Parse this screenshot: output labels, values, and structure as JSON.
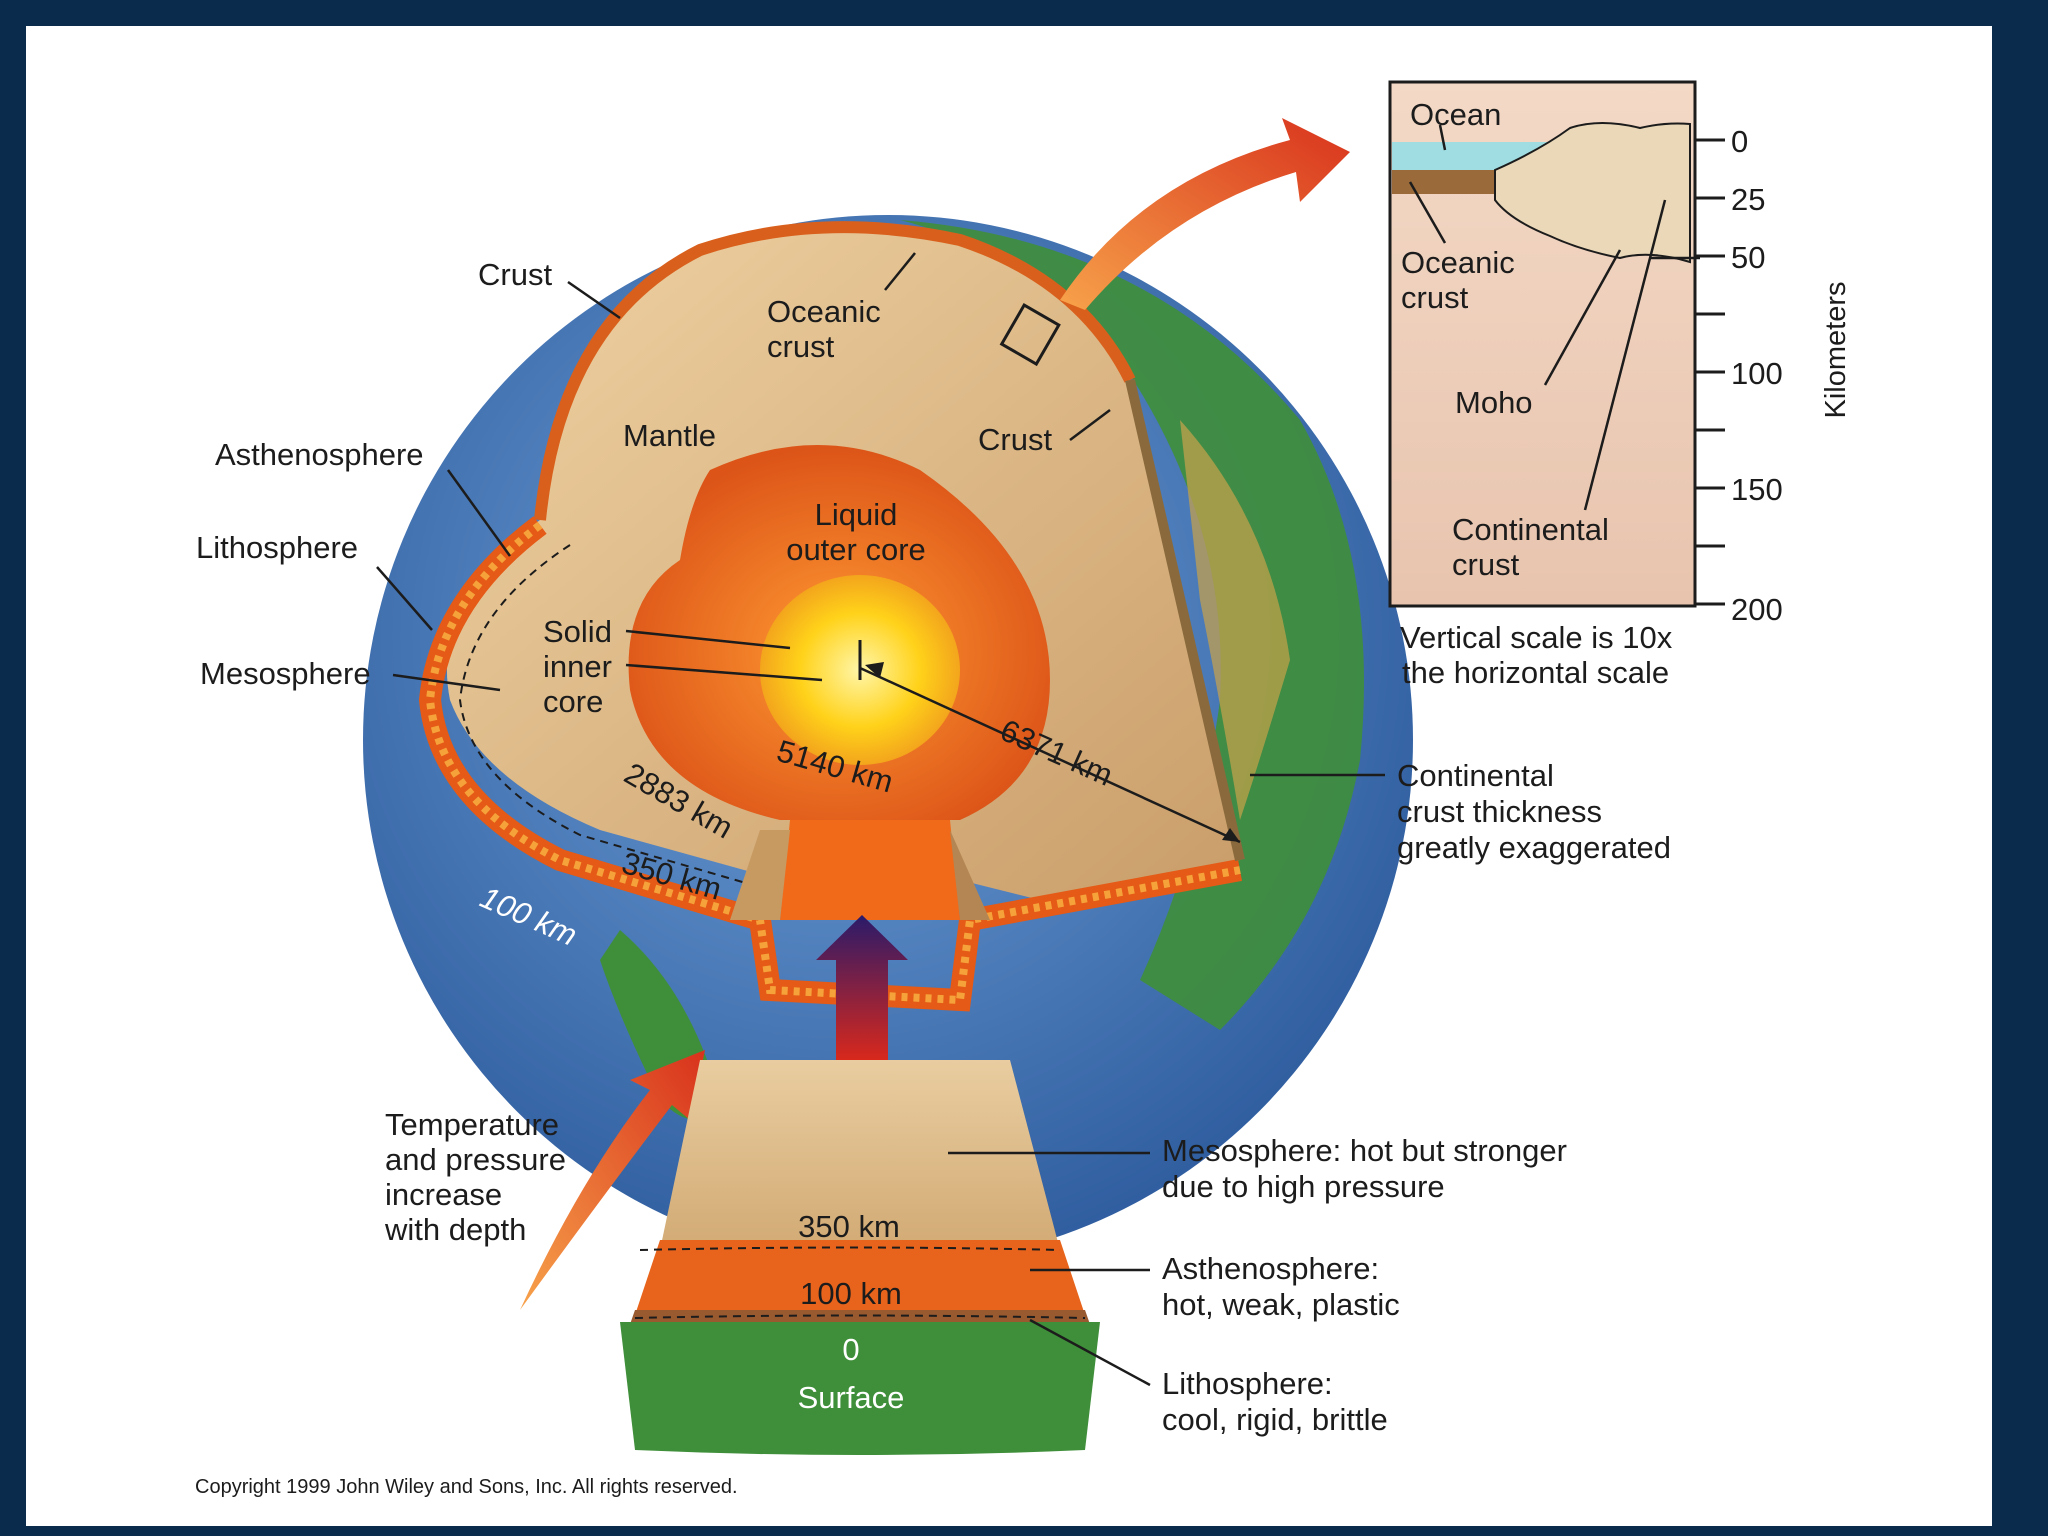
{
  "labels": {
    "crust_top": "Crust",
    "oceanic_crust_1": "Oceanic",
    "oceanic_crust_2": "crust",
    "mantle": "Mantle",
    "crust_right": "Crust",
    "asthenosphere": "Asthenosphere",
    "lithosphere": "Lithosphere",
    "mesosphere": "Mesosphere",
    "liquid_core_1": "Liquid",
    "liquid_core_2": "outer core",
    "solid_core_1": "Solid",
    "solid_core_2": "inner",
    "solid_core_3": "core",
    "d_5140": "5140 km",
    "d_6371": "6371 km",
    "d_2883": "2883 km",
    "d_350": "350 km",
    "d_100": "100 km",
    "continental_note_1": "Continental",
    "continental_note_2": "crust thickness",
    "continental_note_3": "greatly exaggerated",
    "temp_1": "Temperature",
    "temp_2": "and pressure",
    "temp_3": "increase",
    "temp_4": "with depth",
    "column_350": "350 km",
    "column_100": "100 km",
    "column_0": "0",
    "column_surface": "Surface",
    "meso_desc_1": "Mesosphere: hot but stronger",
    "meso_desc_2": "due to high pressure",
    "astheno_desc_1": "Asthenosphere:",
    "astheno_desc_2": "hot, weak, plastic",
    "litho_desc_1": "Lithosphere:",
    "litho_desc_2": "cool, rigid, brittle",
    "copyright": "Copyright 1999 John Wiley and Sons, Inc. All rights reserved."
  },
  "inset": {
    "ocean": "Ocean",
    "oceanic_crust_1": "Oceanic",
    "oceanic_crust_2": "crust",
    "moho": "Moho",
    "continental_1": "Continental",
    "continental_2": "crust",
    "ticks": [
      "0",
      "25",
      "50",
      "100",
      "150",
      "200"
    ],
    "axis_label": "Kilometers",
    "scale_note_1": "Vertical scale is 10x",
    "scale_note_2": "the horizontal scale"
  },
  "colors": {
    "background": "#0b2b4d",
    "mantle": "#e4c08e",
    "outer_core": "#e8641c",
    "inner_core": "#ffd21a",
    "ocean": "#4a7fc0",
    "land": "#3f8f3a"
  }
}
